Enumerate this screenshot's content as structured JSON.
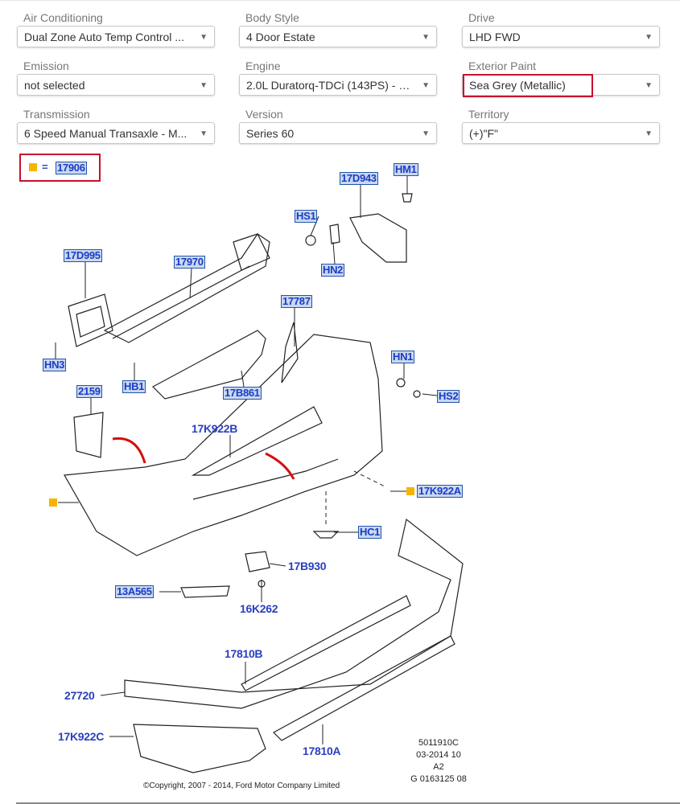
{
  "filters": [
    {
      "label": "Air Conditioning",
      "value": "Dual Zone Auto Temp Control ..."
    },
    {
      "label": "Body Style",
      "value": "4 Door Estate"
    },
    {
      "label": "Drive",
      "value": "LHD FWD"
    },
    {
      "label": "Emission",
      "value": "not selected"
    },
    {
      "label": "Engine",
      "value": "2.0L Duratorq-TDCi (143PS) - D..."
    },
    {
      "label": "Exterior Paint",
      "value": "Sea Grey (Metallic)"
    },
    {
      "label": "Transmission",
      "value": "6 Speed Manual Transaxle - M..."
    },
    {
      "label": "Version",
      "value": "Series 60"
    },
    {
      "label": "Territory",
      "value": "(+)\"F\""
    }
  ],
  "legend": {
    "equals": "=",
    "part": "17906"
  },
  "diagram": {
    "boxed": [
      "17D943",
      "HM1",
      "HS1",
      "HN2",
      "17D995",
      "17970",
      "17787",
      "HN3",
      "HB1",
      "17B861",
      "HN1",
      "HS2",
      "2159",
      "17K922A",
      "HC1",
      "13A565"
    ],
    "plain": [
      "17K922B",
      "17B930",
      "16K262",
      "17810B",
      "27720",
      "17K922C",
      "17810A"
    ],
    "codes": [
      "5011910C",
      "03-2014 10",
      "A2",
      "G 0163125 08"
    ],
    "copyright": "©Copyright, 2007 - 2014, Ford Motor Company Limited"
  },
  "colors": {
    "highlight": "#c8102e",
    "marker": "#f5b400",
    "link": "#1a3cc7"
  }
}
